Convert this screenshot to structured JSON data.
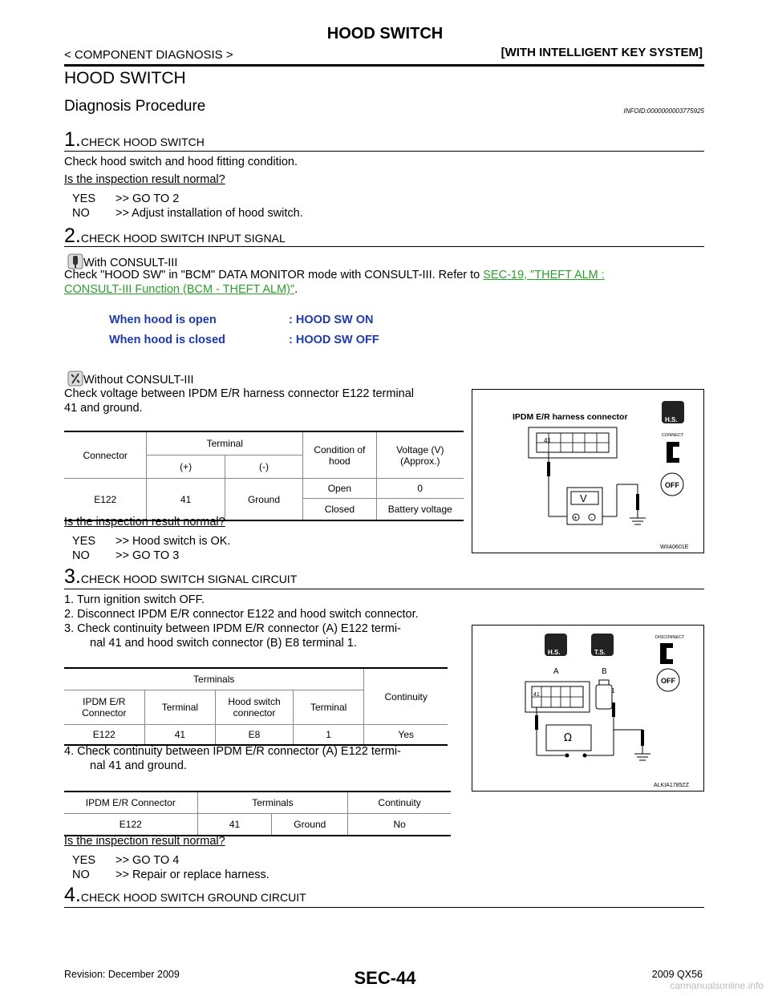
{
  "header": {
    "title": "HOOD SWITCH",
    "left": "< COMPONENT DIAGNOSIS >",
    "right": "[WITH INTELLIGENT KEY SYSTEM]"
  },
  "section_title": "HOOD SWITCH",
  "subsection": {
    "title": "Diagnosis Procedure",
    "infoid": "INFOID:0000000003775925"
  },
  "step1": {
    "num": "1.",
    "title": "CHECK HOOD SWITCH",
    "text": "Check hood switch and hood fitting condition.",
    "question": "Is the inspection result normal?",
    "yes_key": "YES",
    "yes": ">> GO TO 2",
    "no_key": "NO",
    "no": ">> Adjust installation of hood switch."
  },
  "step2": {
    "num": "2.",
    "title": "CHECK HOOD SWITCH INPUT SIGNAL",
    "with_label": "With CONSULT-III",
    "text_before": "Check \"HOOD SW\" in \"BCM\" DATA MONITOR mode with CONSULT-III. Refer to ",
    "link_line1": "SEC-19, \"THEFT ALM :",
    "link_line2": "CONSULT-III Function (BCM - THEFT ALM)\"",
    "link_after": ".",
    "conditions": [
      {
        "cond": "When hood is open",
        "value": ": HOOD SW ON"
      },
      {
        "cond": "When hood is closed",
        "value": ": HOOD SW OFF"
      }
    ],
    "without_label": "Without CONSULT-III",
    "text2_line1": "Check voltage between IPDM E/R harness connector E122 terminal",
    "text2_line2": "41 and ground.",
    "table": {
      "h_connector": "Connector",
      "h_terminal": "Terminal",
      "h_plus": "(+)",
      "h_minus": "(-)",
      "h_condition": "Condition of hood",
      "h_voltage": "Voltage (V) (Approx.)",
      "connector": "E122",
      "plus": "41",
      "minus": "Ground",
      "rows": [
        {
          "condition": "Open",
          "voltage": "0"
        },
        {
          "condition": "Closed",
          "voltage": "Battery voltage"
        }
      ]
    },
    "figure": {
      "label": "IPDM E/R harness connector",
      "terminal": "41",
      "meter": "V",
      "hs": "H.S.",
      "connect": "CONNECT",
      "off": "OFF",
      "code": "WIIA0601E"
    },
    "question": "Is the inspection result normal?",
    "yes_key": "YES",
    "yes": ">> Hood switch is OK.",
    "no_key": "NO",
    "no": ">> GO TO 3"
  },
  "step3": {
    "num": "3.",
    "title": "CHECK HOOD SWITCH SIGNAL CIRCUIT",
    "items": [
      "1.   Turn ignition switch OFF.",
      "2.   Disconnect IPDM E/R connector E122 and hood switch connector.",
      "3.   Check continuity between IPDM E/R connector (A) E122 termi-",
      "nal 41 and hood switch connector (B) E8 terminal 1."
    ],
    "table1": {
      "h_terminals": "Terminals",
      "h_continuity": "Continuity",
      "h_ipdm": "IPDM E/R Connector",
      "h_terminal": "Terminal",
      "h_hood": "Hood switch connector",
      "h_terminal2": "Terminal",
      "row": [
        "E122",
        "41",
        "E8",
        "1",
        "Yes"
      ]
    },
    "item4_line1": "4.   Check continuity between IPDM E/R connector (A) E122 termi-",
    "item4_line2": "nal 41 and ground.",
    "table2": {
      "h_ipdm": "IPDM E/R Connector",
      "h_terminals": "Terminals",
      "h_continuity": "Continuity",
      "row": [
        "E122",
        "41",
        "Ground",
        "No"
      ]
    },
    "figure": {
      "a": "A",
      "b": "B",
      "terminal": "41",
      "term1": "1",
      "meter": "Ω",
      "hs": "H.S.",
      "ts": "T.S.",
      "disconnect": "DISCONNECT",
      "off": "OFF",
      "code": "ALKIA1785ZZ"
    },
    "question": "Is the inspection result normal?",
    "yes_key": "YES",
    "yes": ">> GO TO 4",
    "no_key": "NO",
    "no": ">> Repair or replace harness."
  },
  "step4": {
    "num": "4.",
    "title": "CHECK HOOD SWITCH GROUND CIRCUIT"
  },
  "footer": {
    "revision": "Revision: December 2009",
    "page": "SEC-44",
    "model": "2009 QX56",
    "watermark": "carmanualsonline.info"
  },
  "icons": [
    "consult-icon",
    "no-consult-icon"
  ]
}
